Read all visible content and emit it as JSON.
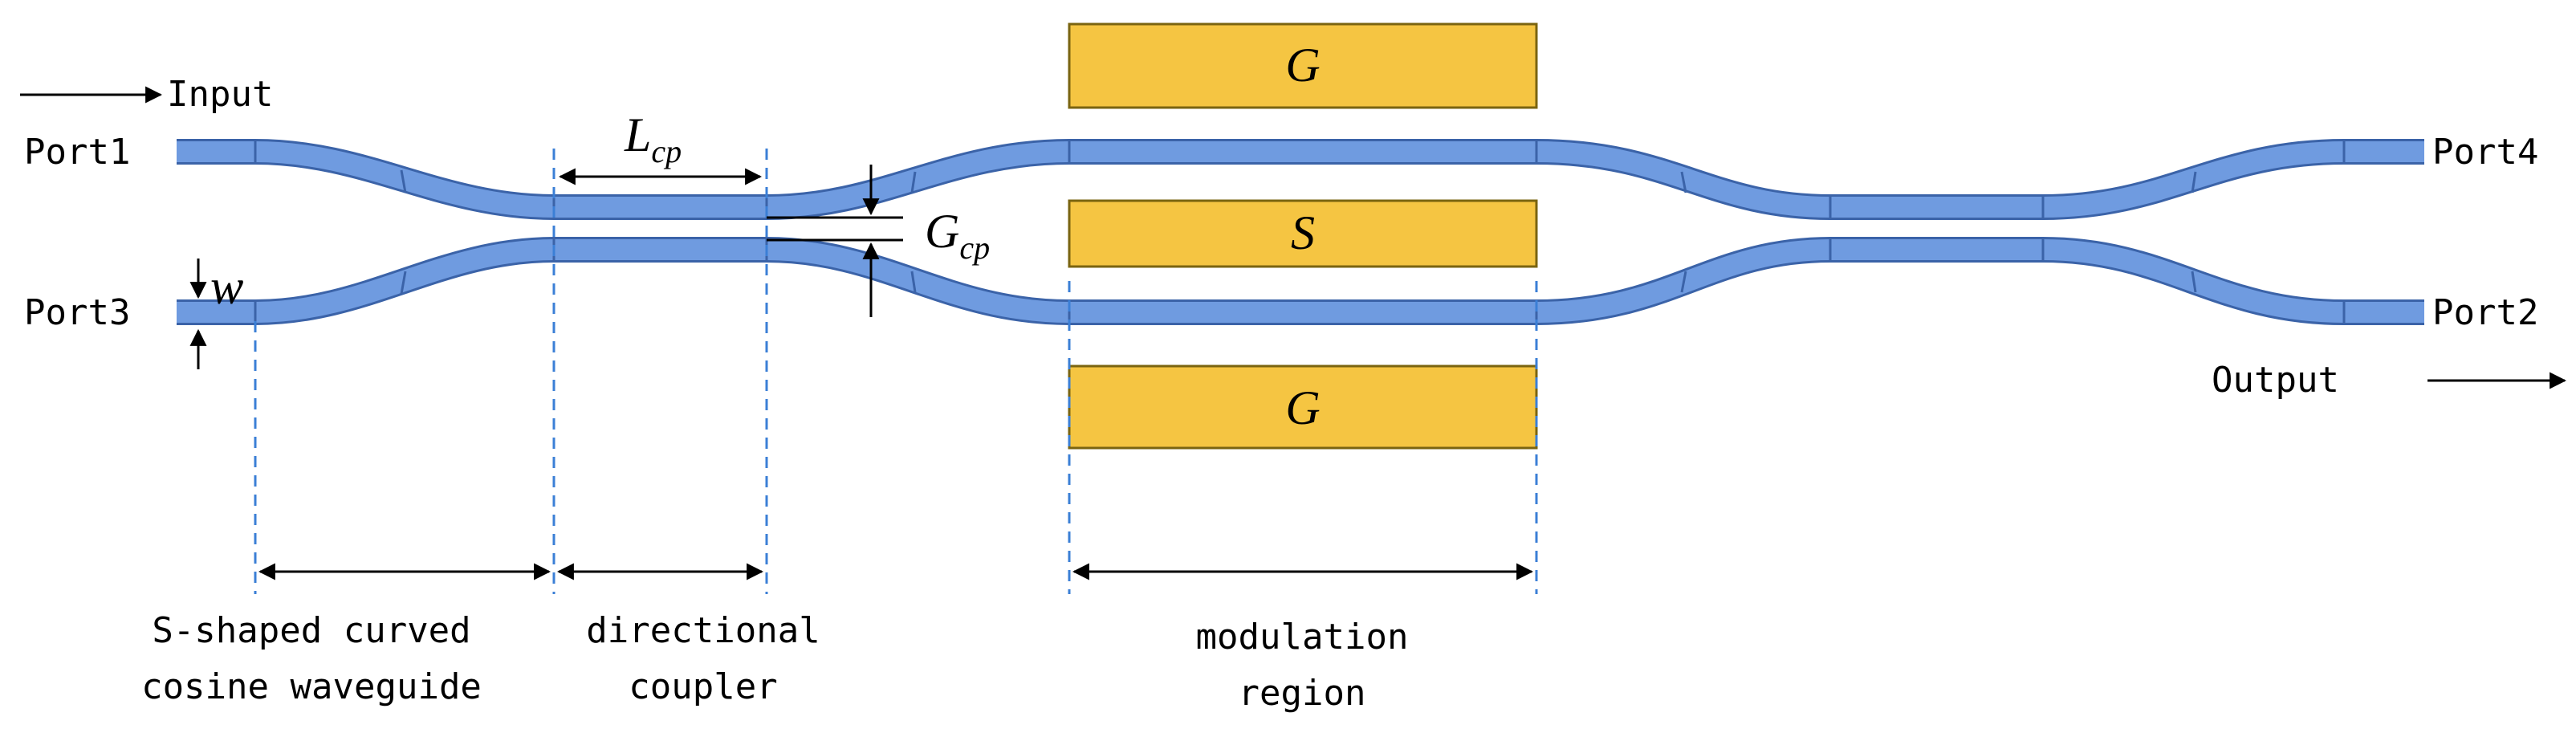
{
  "labels": {
    "input": "Input",
    "output": "Output",
    "port1": "Port1",
    "port2": "Port2",
    "port3": "Port3",
    "port4": "Port4",
    "width_symbol": "w",
    "coupling_length_main": "L",
    "coupling_length_sub": "cp",
    "coupling_gap_main": "G",
    "coupling_gap_sub": "cp"
  },
  "electrodes": {
    "top": "G",
    "middle": "S",
    "bottom": "G"
  },
  "regions": {
    "s_bend_line1": "S-shaped curved",
    "s_bend_line2": "cosine waveguide",
    "coupler_line1": "directional",
    "coupler_line2": "coupler",
    "modulation_line1": "modulation",
    "modulation_line2": "region"
  },
  "colors": {
    "waveguide_fill": "#6f9be0",
    "waveguide_edge": "#3b63a8",
    "electrode_fill": "#f5c542",
    "guide_dash": "#3b7fd6"
  }
}
